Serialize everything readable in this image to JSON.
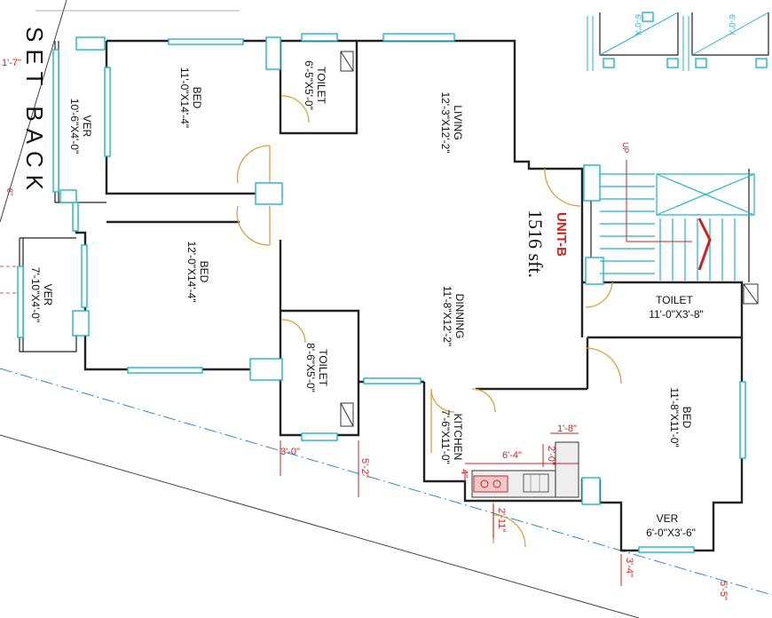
{
  "unit": {
    "prefix": "UNIT-",
    "letter": "B",
    "letter_color": "#d21f1f",
    "area": "1516 sft."
  },
  "setback": {
    "text": "SET BACK"
  },
  "rooms": {
    "bed1": {
      "name": "BED",
      "size": "11'-0\"X14'-4\""
    },
    "bed2": {
      "name": "BED",
      "size": "12'-0\"X14'-4\""
    },
    "bed3": {
      "name": "BED",
      "size": "11'-8\"X11'-0\""
    },
    "ver1": {
      "name": "VER",
      "size": "10'-6\"X4'-0\""
    },
    "ver2": {
      "name": "VER",
      "size": "7'-10\"X4'-0\""
    },
    "ver3": {
      "name": "VER",
      "size": "6'-0\"X3'-6\""
    },
    "toilet1": {
      "name": "TOILET",
      "size": "6'-5\"X5'-0\""
    },
    "toilet2": {
      "name": "TOILET",
      "size": "8'-6\"X5'-0\""
    },
    "toilet3": {
      "name": "TOILET",
      "size": "11'-0\"X3'-8\""
    },
    "living": {
      "name": "LIVING",
      "size": "12'-3\"X12'-2\""
    },
    "dinning": {
      "name": "DINNING",
      "size": "11'-8\"X12'-2\""
    },
    "kitchen": {
      "name": "KITCHEN",
      "size": "7'-6\"X11'-0\""
    }
  },
  "dimensions": {
    "d_top_left": "1'-7\"",
    "d_3_0": "3'-0\"",
    "d_5_2": "5'-2\"",
    "d_1_8": "1'-8\"",
    "d_6_4": "6'-4\"",
    "d_2_0": "2'-0\"",
    "d_4": "4\"",
    "d_2_11": "2'-11\"",
    "d_3_4": "3'-4\"",
    "d_5_5": "5'-5\"",
    "d_setback_8": "8\"",
    "d_top_6_0_a": "6'-0\"X",
    "d_top_6_0_b": "6'-0\"X"
  },
  "stair": {
    "up_label": "UP"
  },
  "colors": {
    "wall": "#222222",
    "window": "#1fb5c9",
    "door": "#d8a23a",
    "dimension": "#c22222",
    "gridline": "#2d87c9"
  }
}
